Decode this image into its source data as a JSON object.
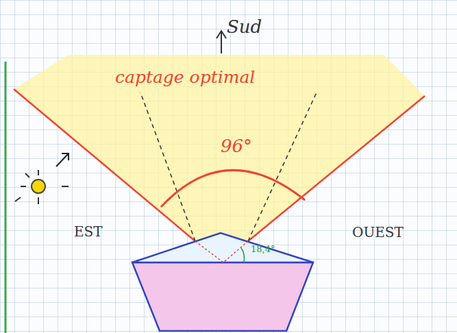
{
  "diagram": {
    "labels": [
      "Sud",
      "captage optimal",
      "96°",
      "EST",
      "OUEST",
      "18,4°"
    ]
  }
}
